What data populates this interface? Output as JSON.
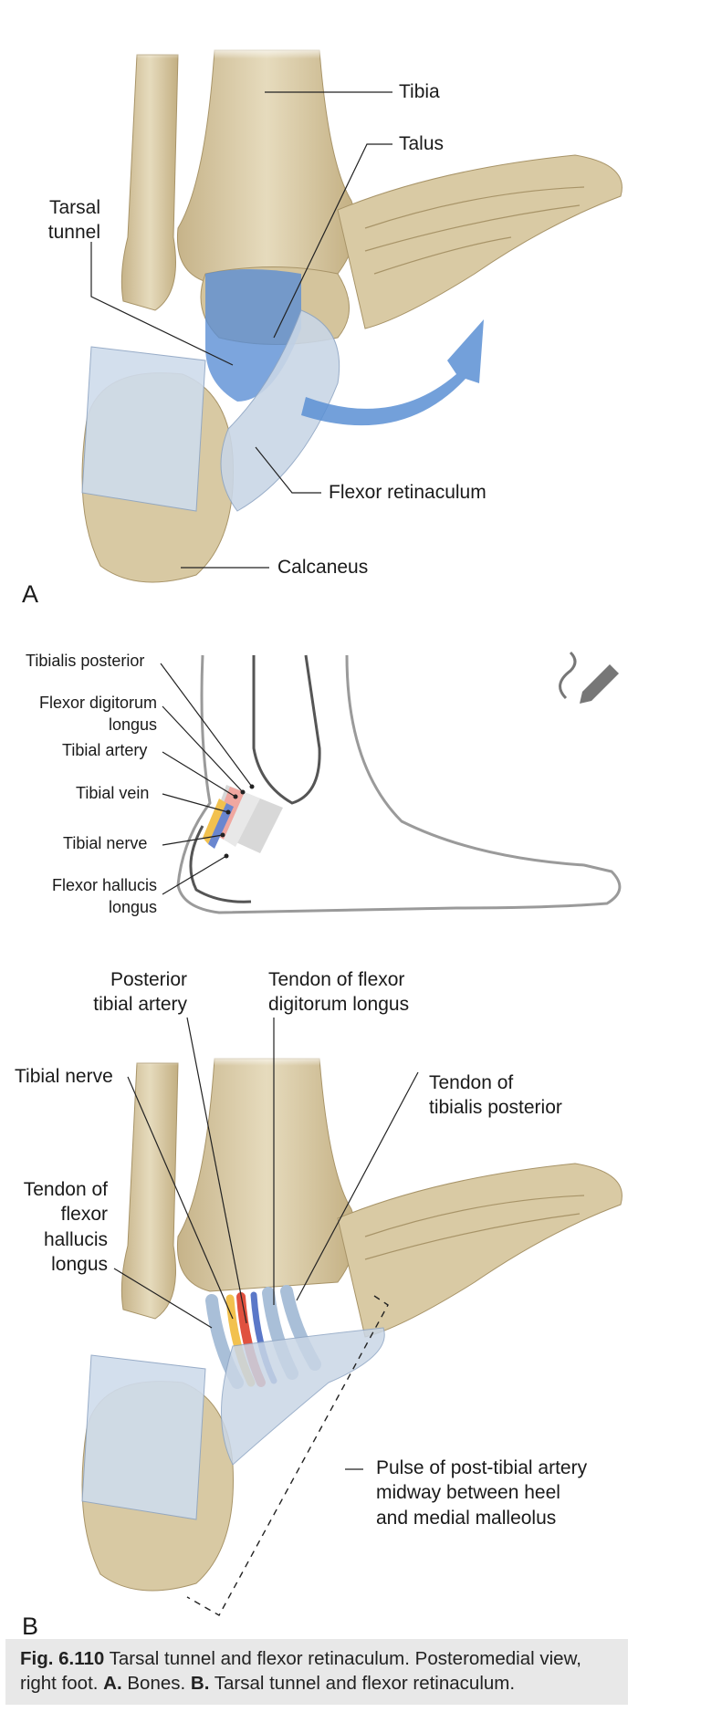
{
  "panel_a": {
    "letter": "A",
    "labels": {
      "tibia": "Tibia",
      "talus": "Talus",
      "tarsal_tunnel": "Tarsal\ntunnel",
      "flexor_retinaculum": "Flexor retinaculum",
      "calcaneus": "Calcaneus"
    }
  },
  "inset": {
    "labels": {
      "tibialis_posterior": "Tibialis posterior",
      "flexor_digitorum_longus": "Flexor digitorum\nlongus",
      "tibial_artery": "Tibial artery",
      "tibial_vein": "Tibial vein",
      "tibial_nerve": "Tibial nerve",
      "flexor_hallucis_longus": "Flexor hallucis\nlongus"
    },
    "edit_icon": "pencil-icon"
  },
  "panel_b": {
    "letter": "B",
    "labels": {
      "posterior_tibial_artery": "Posterior\ntibial artery",
      "tendon_fdl": "Tendon of flexor\ndigitorum longus",
      "tibial_nerve": "Tibial nerve",
      "tendon_tp": "Tendon of\ntibialis posterior",
      "tendon_fhl": "Tendon of\nflexor\nhallucis\nlongus",
      "pulse": "Pulse of post-tibial artery\nmidway between heel\nand medial malleolus"
    }
  },
  "caption": {
    "fig_number": "Fig. 6.110",
    "text_1": "Tarsal tunnel and flexor retinaculum. Posteromedial view, right foot.",
    "a_label": "A.",
    "a_text": "Bones.",
    "b_label": "B.",
    "b_text": "Tarsal tunnel and flexor retinaculum."
  },
  "colors": {
    "bone": "#d8c9a3",
    "bone_shadow": "#b9a77c",
    "retinaculum": "#c9d6e6",
    "tunnel_blue": "#5b8fd4",
    "artery": "#e0513f",
    "nerve": "#f2c14e",
    "vein": "#5b78c8",
    "tendon": "#a9bfd8"
  }
}
